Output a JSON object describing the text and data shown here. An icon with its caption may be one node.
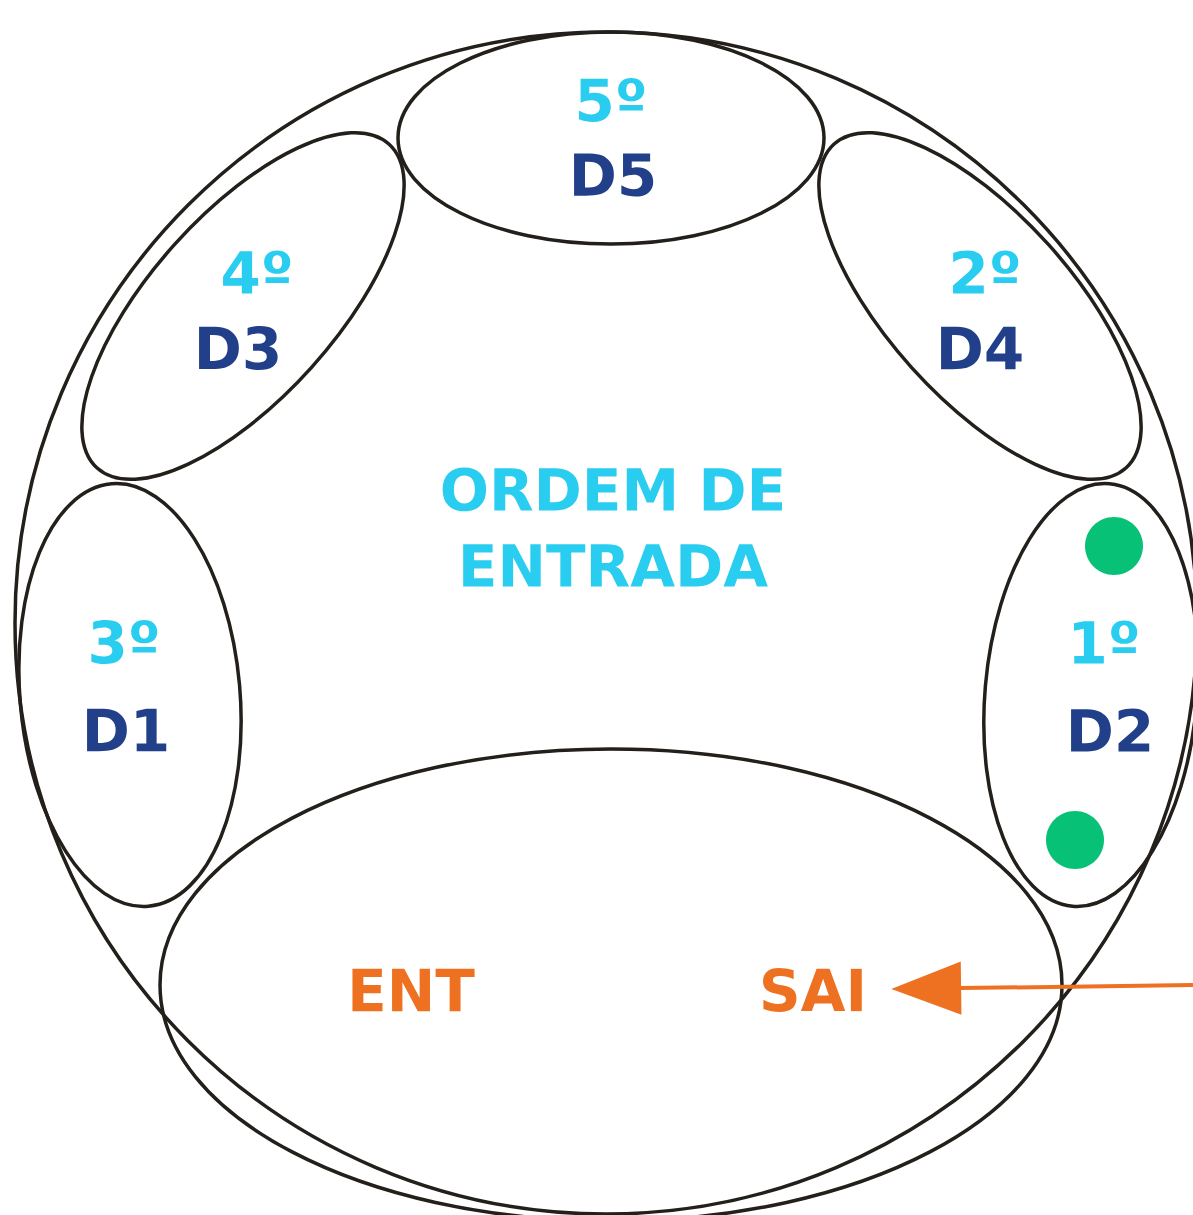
{
  "diagram": {
    "nodes": [
      {
        "text": [
          "ORDEM DE ENTRADA"
        ]
      },
      {
        "text": [
          "5º",
          "D5"
        ],
        "in": 0
      },
      {
        "text": [
          "4º",
          "D3"
        ],
        "in": 0
      },
      {
        "text": [
          "2º",
          "D4"
        ],
        "in": 0
      },
      {
        "text": [
          "3º",
          "D1"
        ],
        "in": 0
      },
      {
        "text": [
          "1º",
          "D2"
        ],
        "in": 0
      },
      {
        "text": [],
        "shape": "circle",
        "in": 5
      },
      {
        "text": [],
        "shape": "circle",
        "in": 5
      },
      {
        "text": [],
        "shape": "ellipse",
        "in": 0
      },
      {
        "text": [
          "ENT"
        ],
        "in": 8
      },
      {
        "text": [
          "SAI"
        ],
        "in": 8
      }
    ],
    "edges": [
      {
        "from": null,
        "to": 10,
        "arrow": "to",
        "color": "#ee7122"
      }
    ]
  }
}
